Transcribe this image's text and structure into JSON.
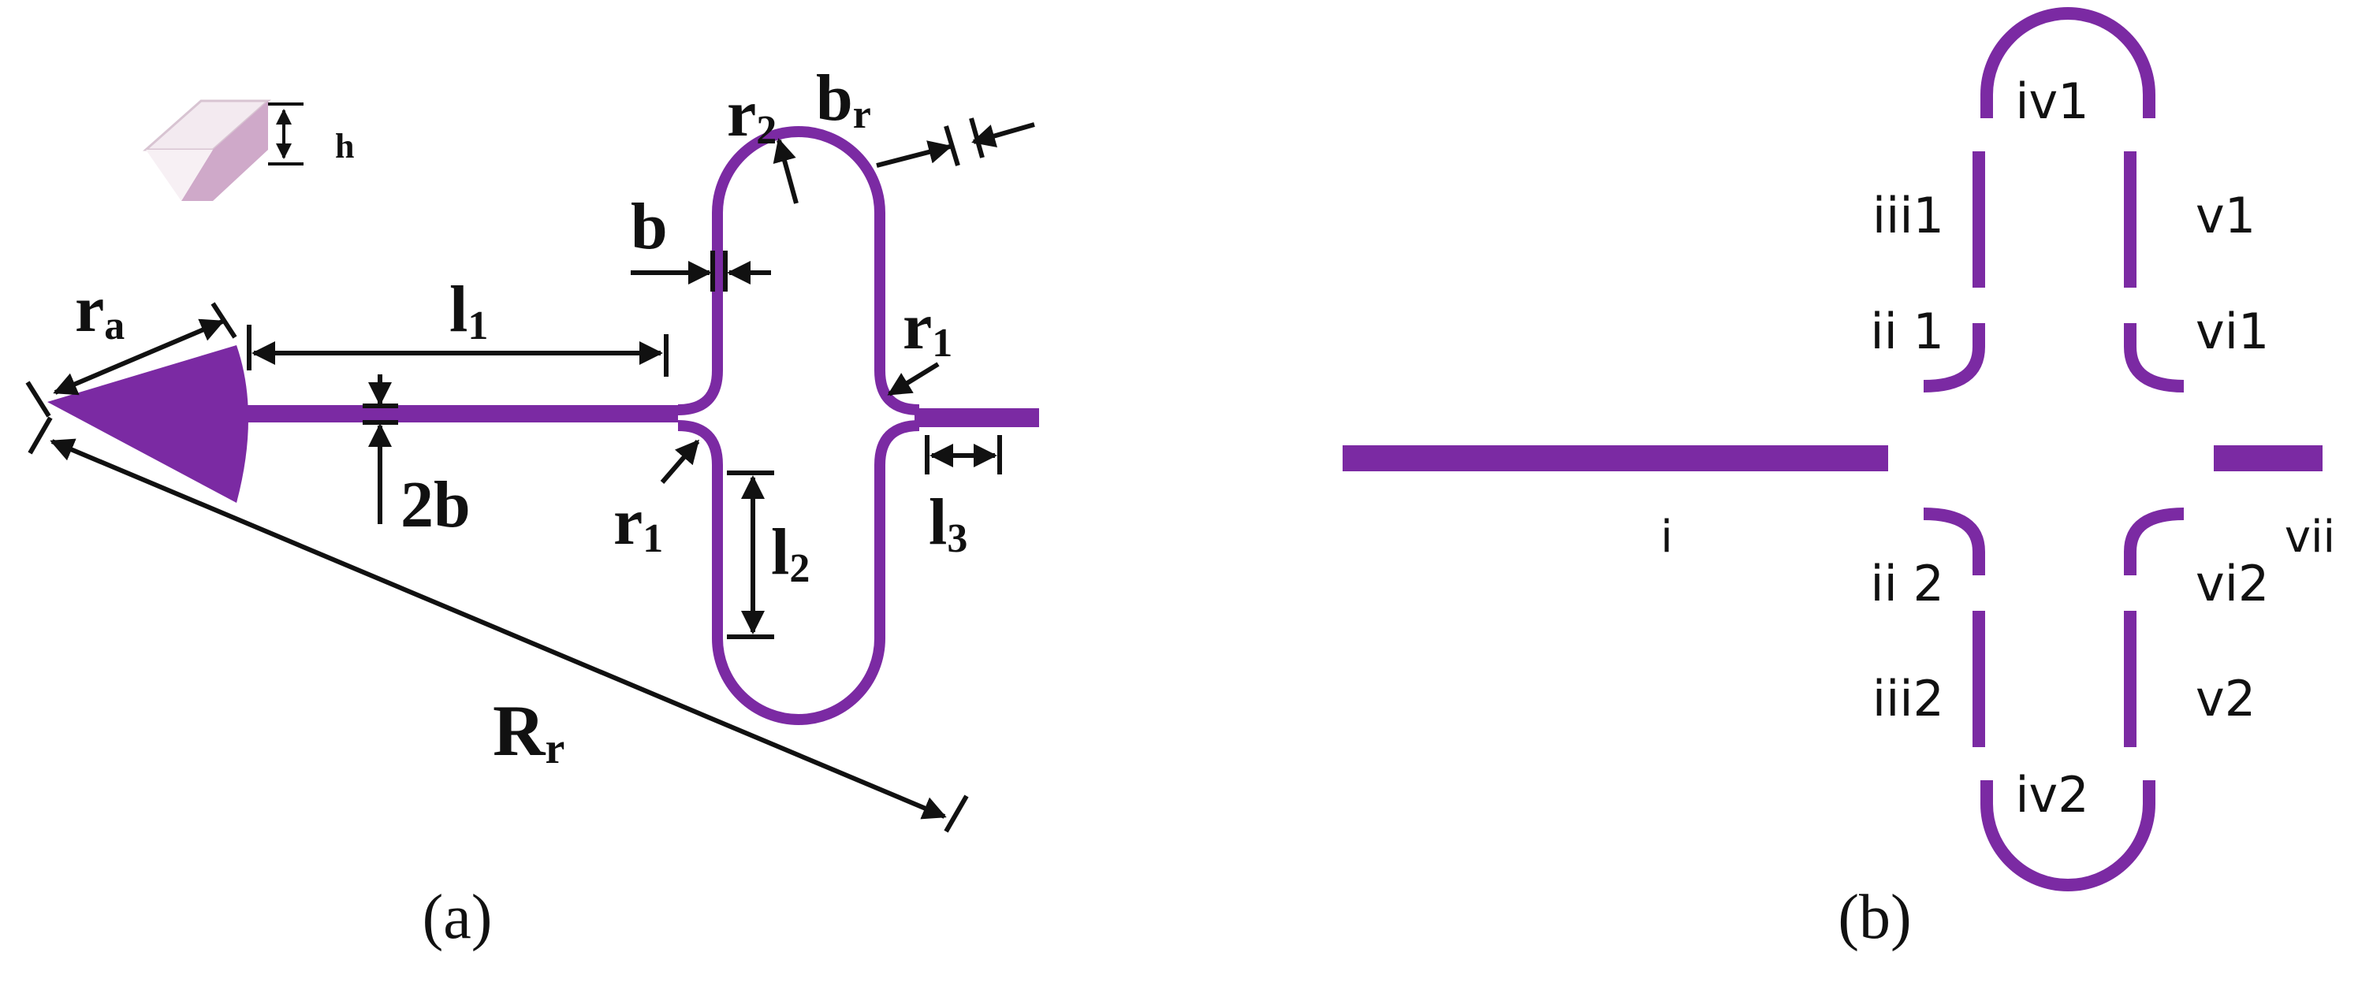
{
  "colors": {
    "waveguide": "#7b2aa3",
    "ink": "#111111",
    "shade_light": "#ead8e4",
    "shade_mid": "#c9a6c2"
  },
  "panel_a": {
    "caption": "(a)",
    "labels": {
      "h": "h",
      "ra_main": "r",
      "ra_sub": "a",
      "l1_main": "l",
      "l1_sub": "1",
      "two_b": "2b",
      "b": "b",
      "r2_main": "r",
      "r2_sub": "2",
      "br_main": "b",
      "br_sub": "r",
      "r1_top_main": "r",
      "r1_top_sub": "1",
      "r1_bottom_main": "r",
      "r1_bottom_sub": "1",
      "l2_main": "l",
      "l2_sub": "2",
      "l3_main": "l",
      "l3_sub": "3",
      "Rr_main": "R",
      "Rr_sub": "r"
    }
  },
  "panel_b": {
    "caption": "(b)",
    "segments": {
      "i": "i",
      "ii1": "ii 1",
      "iii1": "iii1",
      "iv1": "iv1",
      "v1": "v1",
      "vi1": "vi1",
      "ii2": "ii 2",
      "iii2": "iii2",
      "iv2": "iv2",
      "v2": "v2",
      "vi2": "vi2",
      "vii": "vii"
    }
  }
}
